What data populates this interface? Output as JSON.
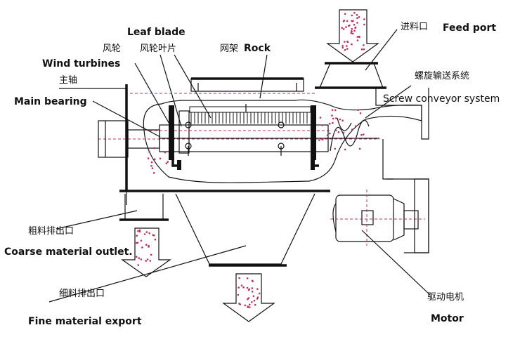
{
  "labels": {
    "feed_port_cn": "进料口",
    "feed_port_en": "Feed port",
    "leaf_blade_en": "Leaf blade",
    "fan_wheel_cn": "风轮",
    "fan_blade_cn": "风轮叶片",
    "rock_cn": "网架",
    "rock_en": "Rock",
    "wind_turbines_en": "Wind turbines",
    "main_shaft_cn": "主轴",
    "main_bearing_en": "Main bearing",
    "screw_cn": "螺旋输送系统",
    "screw_en": "Screw conveyor system",
    "coarse_cn": "粗料排出口",
    "coarse_en": "Coarse material outlet.",
    "fine_cn": "细料排出口",
    "fine_en": "Fine material export",
    "motor_cn": "驱动电机",
    "motor_en": "Motor"
  },
  "colors": {
    "line": "#111111",
    "particle": "#c0305a",
    "dashed_axis": "#c0305a",
    "arrow_fill": "#ffffff"
  }
}
